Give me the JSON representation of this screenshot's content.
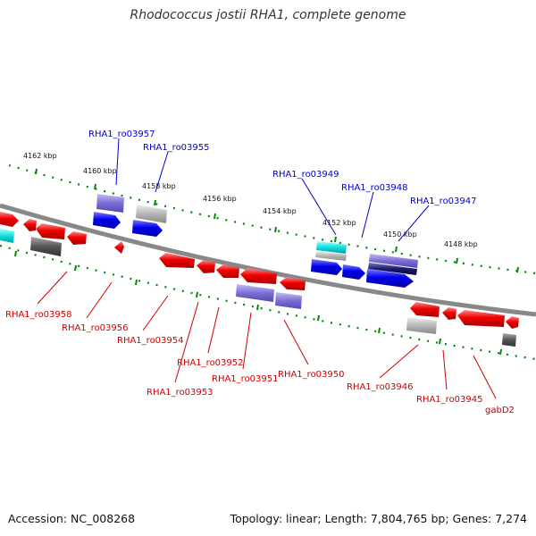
{
  "title": "Rhodococcus jostii RHA1, complete genome",
  "footer": {
    "accession": "Accession: NC_008268",
    "topology": "Topology: linear; Length: 7,804,765 bp; Genes: 7,274"
  },
  "axis": {
    "unit": "kbp",
    "ticks": [
      "4162 kbp",
      "4160 kbp",
      "4158 kbp",
      "4156 kbp",
      "4154 kbp",
      "4152 kbp",
      "4150 kbp",
      "4148 kbp"
    ]
  },
  "colors": {
    "reverse_strand_label": "#0000cc",
    "forward_strand_label": "#cc0000",
    "gene_red": "#ee0000",
    "gene_blue": "#0000ee",
    "gene_lavender": "#7b6fd6",
    "gene_gray": "#b5b5b5",
    "gene_dark_gray": "#555555",
    "gene_cyan": "#11dddd",
    "gene_navy": "#1a1a6a",
    "tick_green": "#008800",
    "backbone": "#888888"
  },
  "top_labels": [
    "RHA1_ro03957",
    "RHA1_ro03955",
    "RHA1_ro03949",
    "RHA1_ro03948",
    "RHA1_ro03947"
  ],
  "bottom_labels": [
    "RHA1_ro03958",
    "RHA1_ro03956",
    "RHA1_ro03954",
    "RHA1_ro03953",
    "RHA1_ro03952",
    "RHA1_ro03951",
    "RHA1_ro03950",
    "RHA1_ro03946",
    "RHA1_ro03945",
    "gabD2"
  ]
}
